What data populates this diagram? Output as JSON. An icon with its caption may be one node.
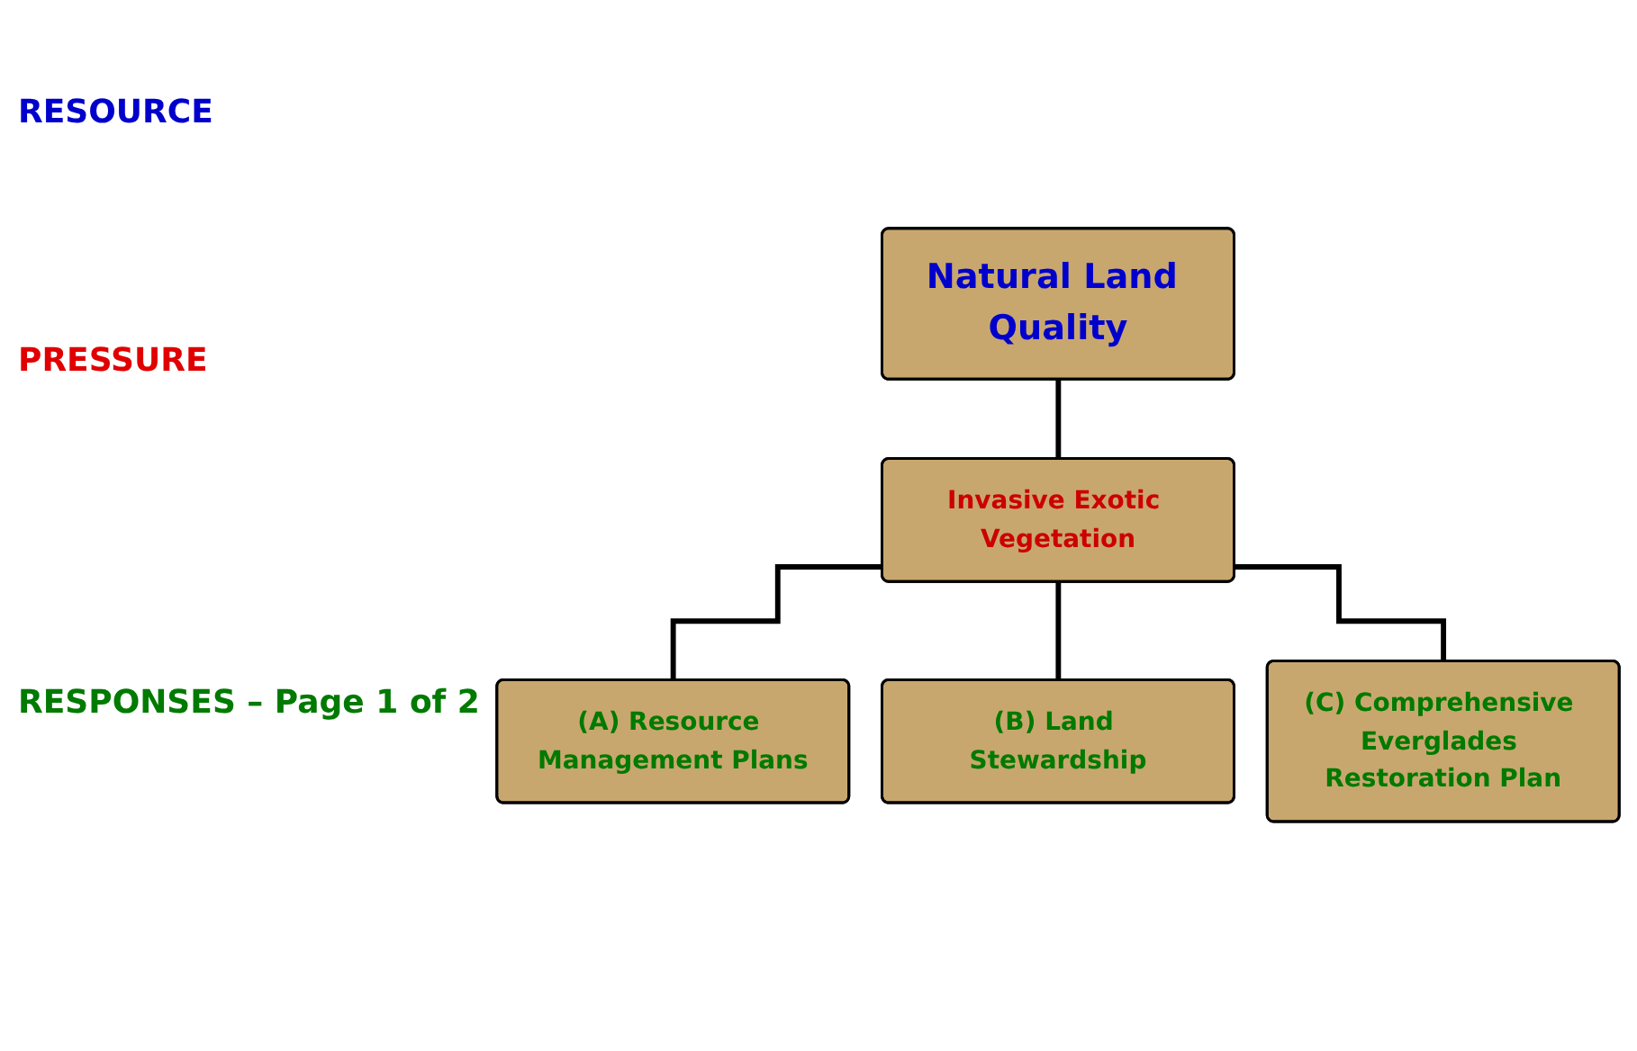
{
  "diagram": {
    "nodes": [
      {
        "text": [
          "Natural Land Quality"
        ]
      },
      {
        "text": [
          "Invasive Exotic Vegetation"
        ]
      },
      {
        "text": [
          "(A) Resource Management Plans"
        ]
      },
      {
        "text": [
          "(B) Land Stewardship"
        ]
      },
      {
        "text": [
          "(C) Comprehensive Everglades Restoration Plan"
        ]
      }
    ],
    "edges": [
      {
        "from": 0,
        "to": 1,
        "arrow": "none"
      },
      {
        "from": 1,
        "to": 2,
        "arrow": "none"
      },
      {
        "from": 1,
        "to": 3,
        "arrow": "none"
      },
      {
        "from": 1,
        "to": 4,
        "arrow": "none"
      }
    ],
    "labels": [
      "RESOURCE",
      "PRESSURE",
      "RESPONSES – Page 1 of 2"
    ]
  }
}
